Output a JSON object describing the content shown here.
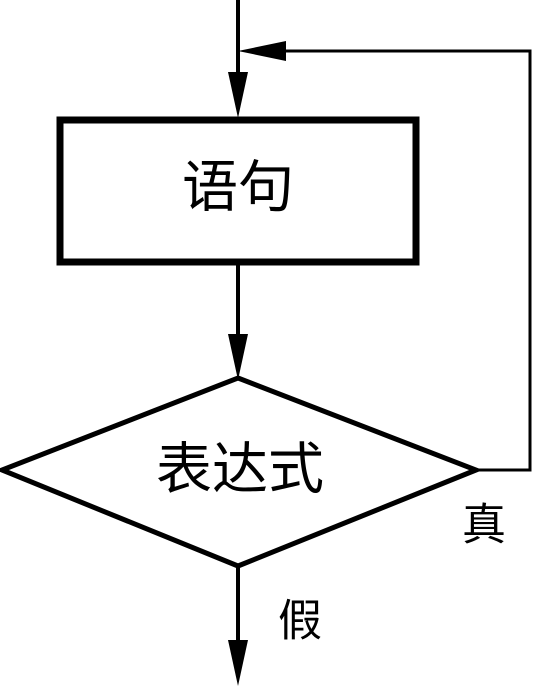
{
  "flowchart": {
    "statement_label": "语句",
    "condition_label": "表达式",
    "true_label": "真",
    "false_label": "假"
  },
  "colors": {
    "stroke": "#000000",
    "background": "#ffffff"
  }
}
